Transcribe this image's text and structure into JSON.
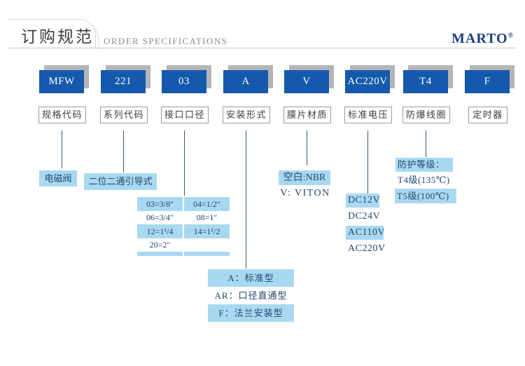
{
  "header": {
    "title_zh": "订购规范",
    "title_en": "ORDER SPECIFICATIONS",
    "brand": "MARTO",
    "brand_reg": "®"
  },
  "segments": [
    {
      "code": "MFW",
      "label": "规格代码"
    },
    {
      "code": "221",
      "label": "系列代码"
    },
    {
      "code": "03",
      "label": "接口口径"
    },
    {
      "code": "A",
      "label": "安装形式"
    },
    {
      "code": "V",
      "label": "膜片材质"
    },
    {
      "code": "AC220V",
      "label": "标准电压"
    },
    {
      "code": "T4",
      "label": "防爆线圈"
    },
    {
      "code": "F",
      "label": "定时器"
    }
  ],
  "options": {
    "spec_code": "电磁阀",
    "series_code": "二位二通引导式",
    "port_sizes": [
      [
        "03=3/8″",
        "04=1/2″"
      ],
      [
        "06=3/4″",
        "08=1″"
      ],
      [
        "12=1¹/4",
        "14=1¹/2"
      ],
      [
        "20=2″",
        ""
      ]
    ],
    "mounting": [
      "A：标准型",
      "AR：口径直通型",
      "F：法兰安装型"
    ],
    "diaphragm": [
      "空白:NBR",
      "V: VITON"
    ],
    "voltage": [
      "DC12V",
      "DC24V",
      "AC110V",
      "AC220V"
    ],
    "protection": [
      "防护等级：",
      "T4级(135℃)",
      "T5级(100℃)"
    ]
  },
  "colors": {
    "code_box_blue": "#1459ac",
    "highlight_blue": "#a9d9f1",
    "shadow_gray": "#b5b5b8",
    "brand_navy": "#1c3f7d",
    "line_navy": "#3b567c"
  }
}
